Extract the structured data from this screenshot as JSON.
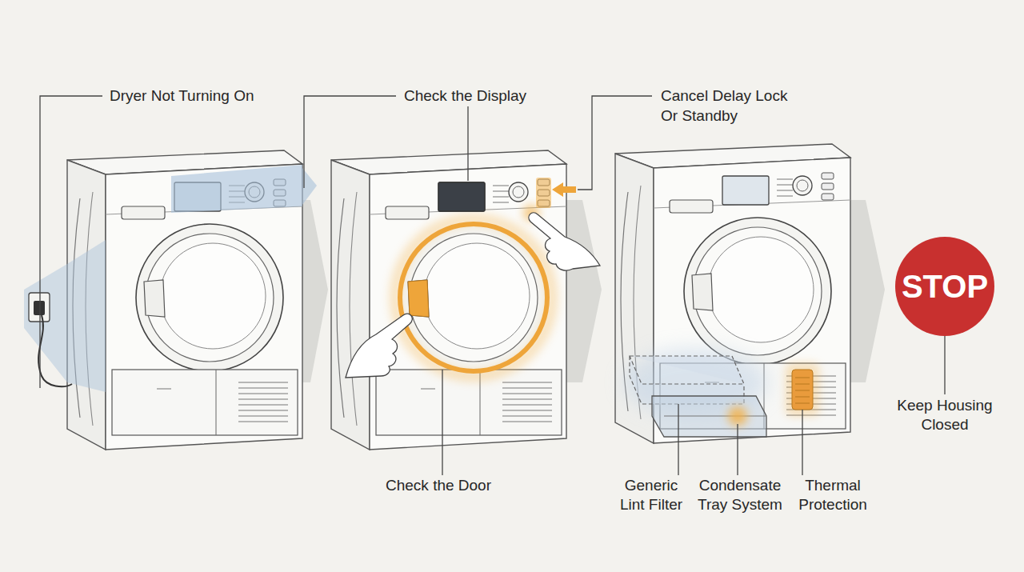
{
  "diagram": {
    "nodes": [
      {
        "text": [
          "STOP"
        ]
      }
    ],
    "labels": [
      "Dryer Not Turning On",
      "Check the Display",
      "Cancel Delay Lock Or Standby",
      "Check the Door",
      "Generic Lint Filter",
      "Condensate Tray System",
      "Thermal Protection",
      "Keep Housing Closed"
    ]
  }
}
